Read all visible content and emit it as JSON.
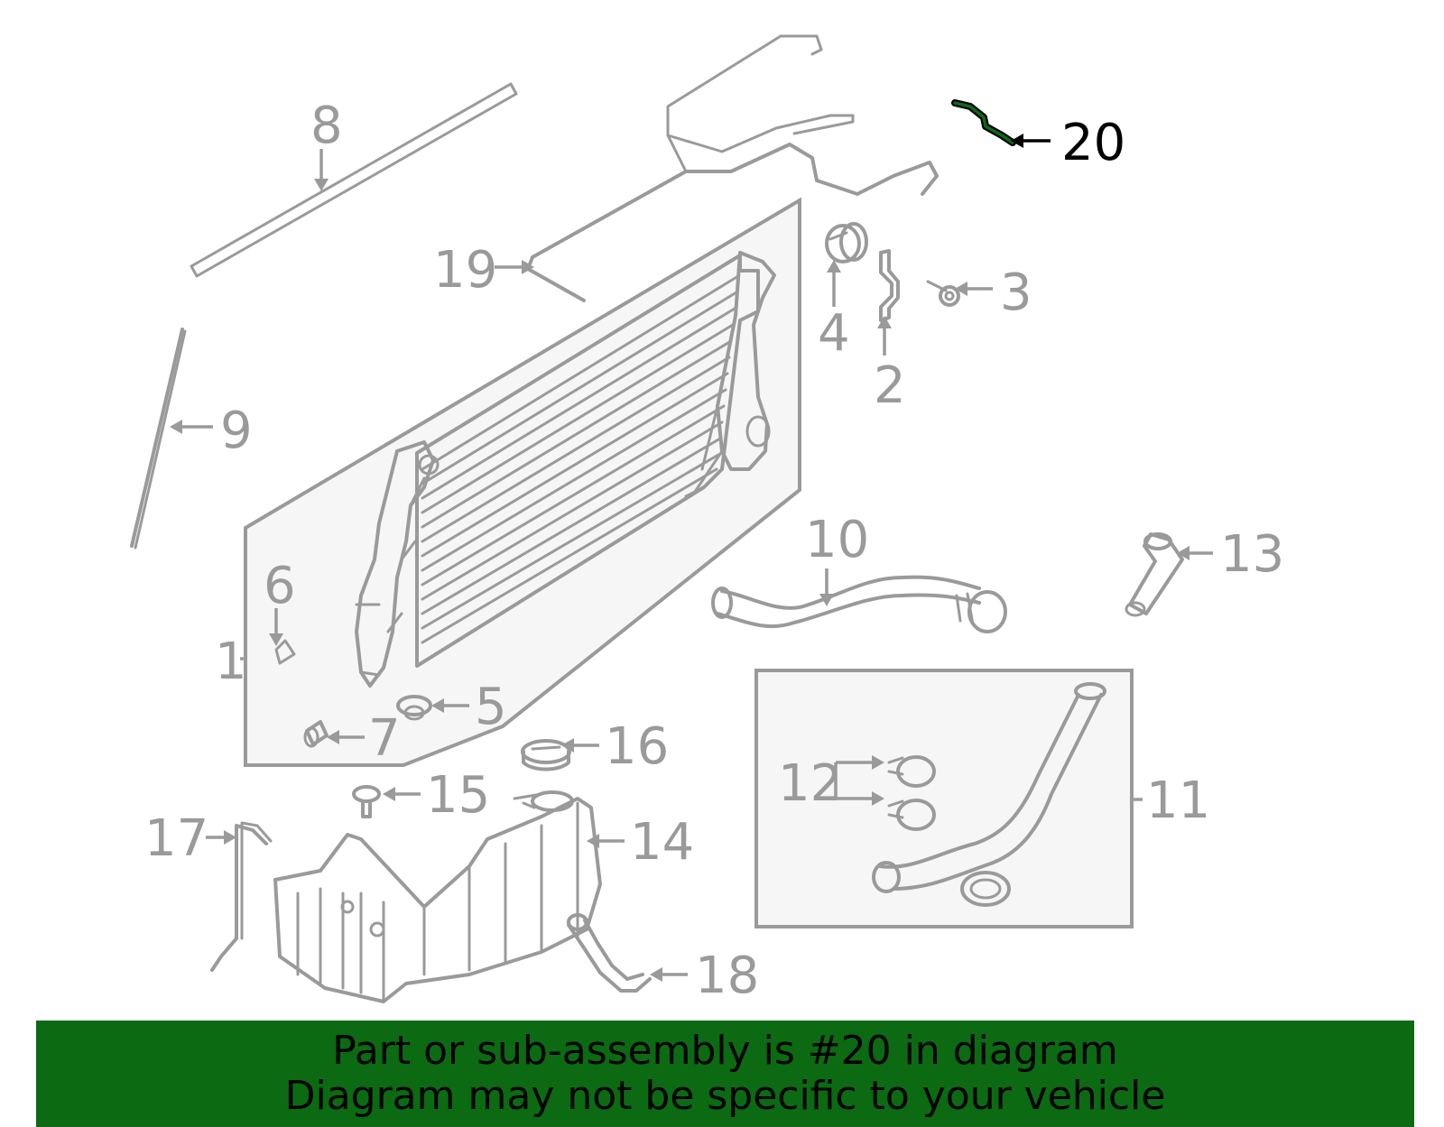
{
  "diagram": {
    "highlighted_part": "20",
    "callouts": [
      "1",
      "2",
      "3",
      "4",
      "5",
      "6",
      "7",
      "8",
      "9",
      "10",
      "11",
      "12",
      "13",
      "14",
      "15",
      "16",
      "17",
      "18",
      "19",
      "20"
    ]
  },
  "banner": {
    "line1": "Part or sub-assembly is #20 in diagram",
    "line2": "Diagram may not be specific to your vehicle",
    "background_color": "#0b6a12"
  },
  "colors": {
    "line_art": "#9a9a9a",
    "highlight": "#000000",
    "highlight_core": "#0b6a18"
  }
}
